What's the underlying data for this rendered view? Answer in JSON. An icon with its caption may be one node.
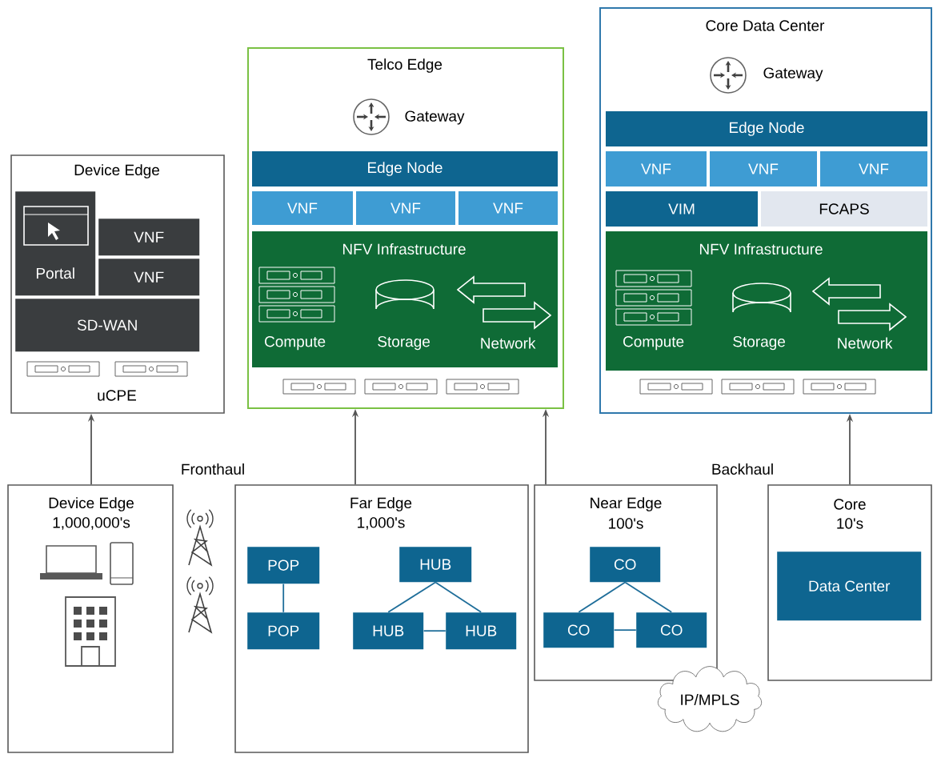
{
  "diagram": {
    "nodes": [
      {
        "text": [
          "Device Edge",
          "uCPE"
        ]
      },
      {
        "text": [
          "Portal"
        ],
        "in": 0
      },
      {
        "text": [
          "VNF"
        ],
        "in": 0
      },
      {
        "text": [
          "VNF"
        ],
        "in": 0
      },
      {
        "text": [
          "SD-WAN"
        ],
        "in": 0
      },
      {
        "text": [
          "Telco Edge"
        ]
      },
      {
        "text": [
          "Gateway"
        ],
        "in": 5
      },
      {
        "text": [
          "Edge Node"
        ],
        "in": 5
      },
      {
        "text": [
          "VNF"
        ],
        "in": 5
      },
      {
        "text": [
          "VNF"
        ],
        "in": 5
      },
      {
        "text": [
          "VNF"
        ],
        "in": 5
      },
      {
        "text": [
          "NFV Infrastructure"
        ],
        "in": 5
      },
      {
        "text": [
          "Compute"
        ],
        "in": 11
      },
      {
        "text": [
          "Storage"
        ],
        "in": 11
      },
      {
        "text": [
          "Network"
        ],
        "in": 11
      },
      {
        "text": [
          "Core Data Center"
        ]
      },
      {
        "text": [
          "Gateway"
        ],
        "in": 15
      },
      {
        "text": [
          "Edge Node"
        ],
        "in": 15
      },
      {
        "text": [
          "VNF"
        ],
        "in": 15
      },
      {
        "text": [
          "VNF"
        ],
        "in": 15
      },
      {
        "text": [
          "VNF"
        ],
        "in": 15
      },
      {
        "text": [
          "VIM"
        ],
        "in": 15
      },
      {
        "text": [
          "FCAPS"
        ],
        "in": 15
      },
      {
        "text": [
          "NFV Infrastructure"
        ],
        "in": 15
      },
      {
        "text": [
          "Compute"
        ],
        "in": 23
      },
      {
        "text": [
          "Storage"
        ],
        "in": 23
      },
      {
        "text": [
          "Network"
        ],
        "in": 23
      },
      {
        "text": [
          "Device Edge",
          "1,000,000's"
        ]
      },
      {
        "text": [
          "Far Edge",
          "1,000's"
        ]
      },
      {
        "text": [
          "POP"
        ],
        "in": 28
      },
      {
        "text": [
          "POP"
        ],
        "in": 28
      },
      {
        "text": [
          "HUB"
        ],
        "in": 28
      },
      {
        "text": [
          "HUB"
        ],
        "in": 28
      },
      {
        "text": [
          "HUB"
        ],
        "in": 28
      },
      {
        "text": [
          "Near Edge",
          "100's"
        ]
      },
      {
        "text": [
          "CO"
        ],
        "in": 34
      },
      {
        "text": [
          "CO"
        ],
        "in": 34
      },
      {
        "text": [
          "CO"
        ],
        "in": 34
      },
      {
        "text": [
          "Core",
          "10's"
        ]
      },
      {
        "text": [
          "Data Center"
        ],
        "in": 38
      },
      {
        "text": [
          "IP/MPLS"
        ]
      }
    ],
    "edges": [
      {
        "from": 27,
        "to": 0,
        "arrow": "to",
        "color": "#555555"
      },
      {
        "from": 28,
        "to": 5,
        "arrow": "to",
        "color": "#555555"
      },
      {
        "from": 34,
        "to": 5,
        "arrow": "to",
        "color": "#555555"
      },
      {
        "from": 38,
        "to": 15,
        "arrow": "to",
        "color": "#555555"
      },
      {
        "from": 29,
        "to": 30,
        "arrow": "none"
      },
      {
        "from": 31,
        "to": 32,
        "arrow": "none"
      },
      {
        "from": 31,
        "to": 33,
        "arrow": "none"
      },
      {
        "from": 32,
        "to": 33,
        "arrow": "none"
      },
      {
        "from": 35,
        "to": 36,
        "arrow": "none"
      },
      {
        "from": 35,
        "to": 37,
        "arrow": "none"
      },
      {
        "from": 36,
        "to": 37,
        "arrow": "none"
      }
    ],
    "labels": [
      "Fronthaul",
      "Backhaul"
    ]
  }
}
